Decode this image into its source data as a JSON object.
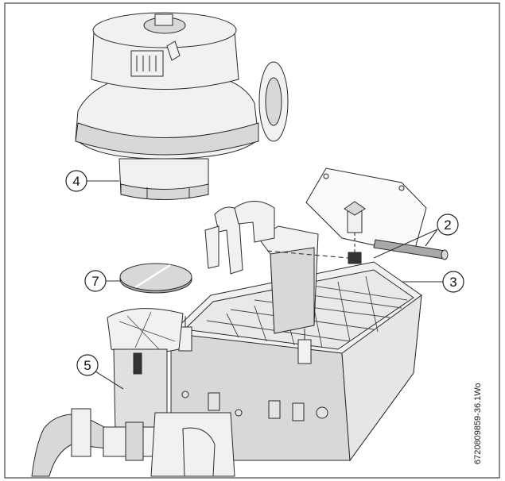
{
  "figure": {
    "id_text": "6720809859-36.1Wo",
    "callouts": [
      {
        "id": "callout-2",
        "label": "2"
      },
      {
        "id": "callout-3",
        "label": "3"
      },
      {
        "id": "callout-4",
        "label": "4"
      },
      {
        "id": "callout-5",
        "label": "5"
      },
      {
        "id": "callout-7",
        "label": "7"
      }
    ]
  }
}
